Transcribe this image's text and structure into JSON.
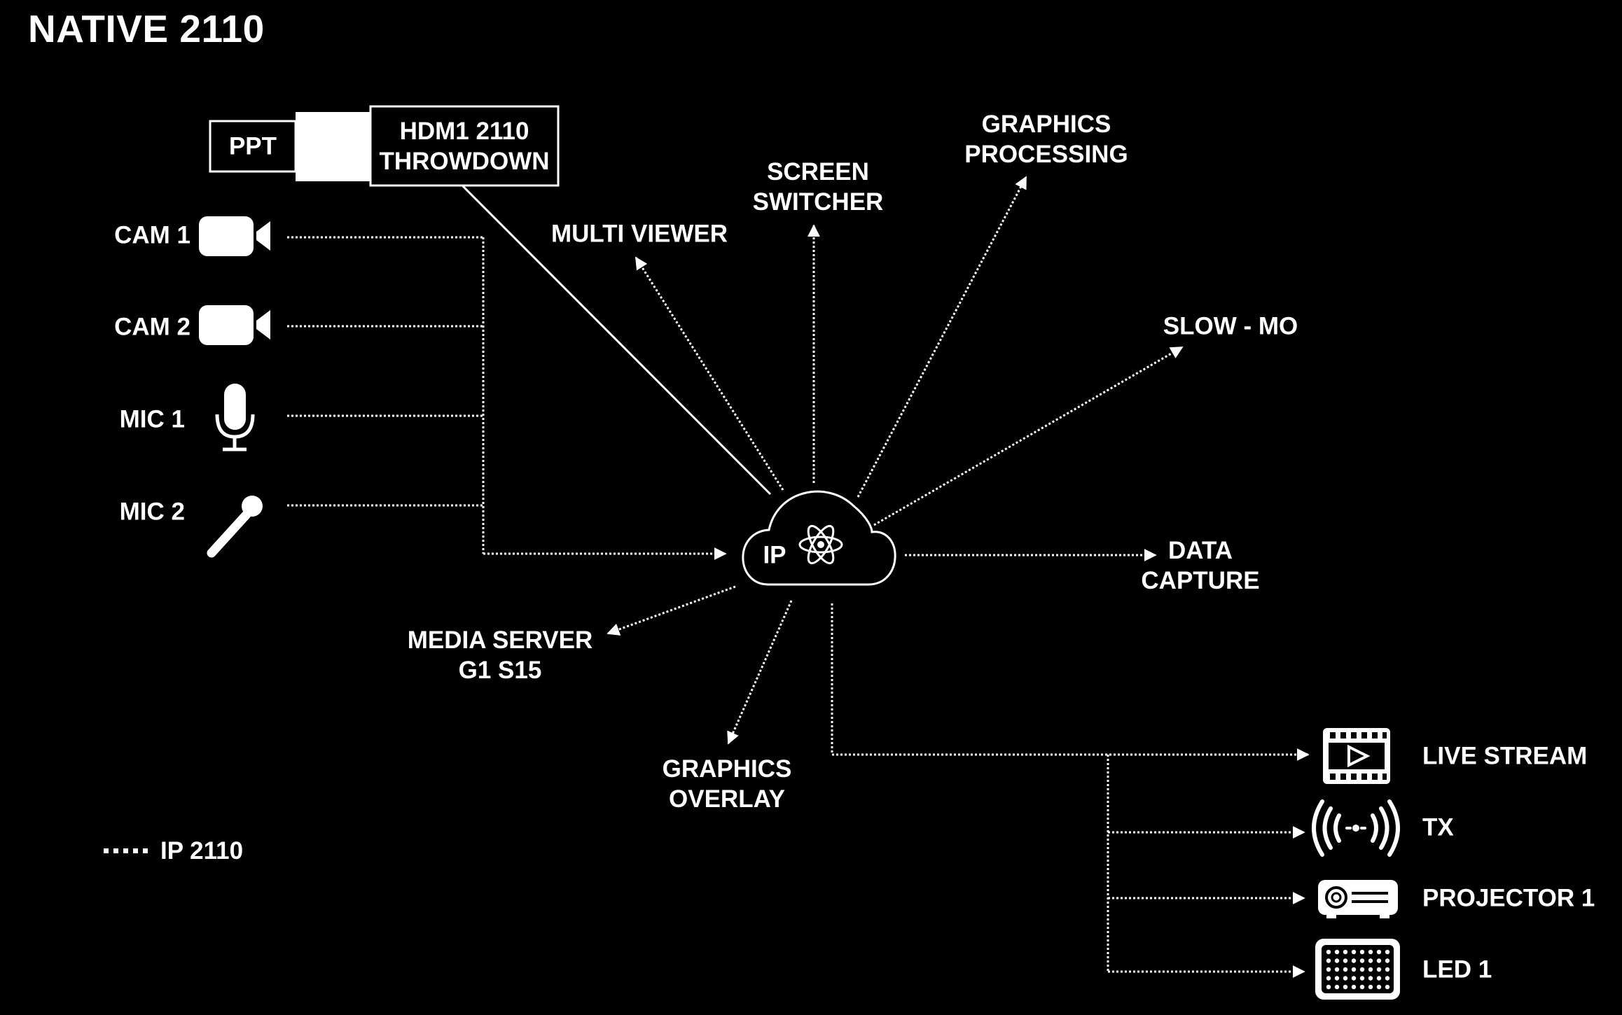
{
  "title": "NATIVE 2110",
  "hub": {
    "label": "IP",
    "icon": "atom-icon"
  },
  "inputs": {
    "ppt": "PPT",
    "hdmi_line1": "HDM1 2110",
    "hdmi_line2": "THROWDOWN",
    "cam1": "CAM 1",
    "cam2": "CAM 2",
    "mic1": "MIC 1",
    "mic2": "MIC 2"
  },
  "outputs": {
    "multi_viewer": "MULTI VIEWER",
    "screen_switcher_1": "SCREEN",
    "screen_switcher_2": "SWITCHER",
    "graphics_processing_1": "GRAPHICS",
    "graphics_processing_2": "PROCESSING",
    "slow_mo": "SLOW - MO",
    "data_capture_1": "DATA",
    "data_capture_2": "CAPTURE",
    "media_server_1": "MEDIA SERVER",
    "media_server_2": "G1 S15",
    "graphics_overlay_1": "GRAPHICS",
    "graphics_overlay_2": "OVERLAY",
    "live_stream": "LIVE STREAM",
    "tx": "TX",
    "projector1": "PROJECTOR 1",
    "led1": "LED 1"
  },
  "icons": {
    "cam1": "video-camera-icon",
    "cam2": "video-camera-icon",
    "mic1": "studio-microphone-icon",
    "mic2": "handheld-microphone-icon",
    "live_stream": "play-film-icon",
    "tx": "broadcast-signal-icon",
    "projector1": "projector-icon",
    "led1": "led-panel-icon"
  },
  "legend": {
    "label": "IP 2110",
    "style": "dotted"
  },
  "colors": {
    "background": "#000000",
    "foreground": "#ffffff"
  }
}
